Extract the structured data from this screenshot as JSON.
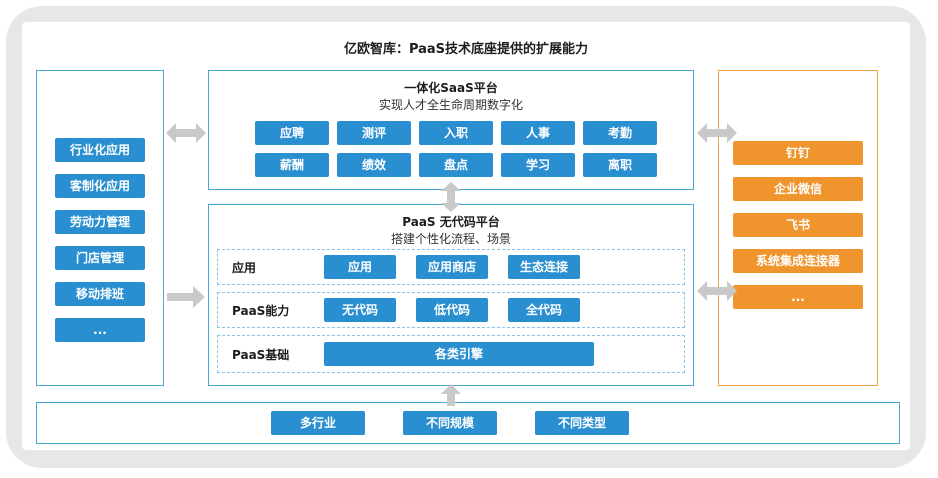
{
  "title": "亿欧智库：PaaS技术底座提供的扩展能力",
  "left_items": [
    "行业化应用",
    "客制化应用",
    "劳动力管理",
    "门店管理",
    "移动排班",
    "..."
  ],
  "saas": {
    "title": "一体化SaaS平台",
    "subtitle": "实现人才全生命周期数字化",
    "row1": [
      "应聘",
      "测评",
      "入职",
      "人事",
      "考勤"
    ],
    "row2": [
      "薪酬",
      "绩效",
      "盘点",
      "学习",
      "离职"
    ]
  },
  "paas": {
    "title": "PaaS 无代码平台",
    "subtitle": "搭建个性化流程、场景",
    "app_label": "应用",
    "app_items": [
      "应用",
      "应用商店",
      "生态连接"
    ],
    "ability_label": "PaaS能力",
    "ability_items": [
      "无代码",
      "低代码",
      "全代码"
    ],
    "base_label": "PaaS基础",
    "base_item": "各类引擎"
  },
  "right_items": [
    "钉钉",
    "企业微信",
    "飞书",
    "系统集成连接器",
    "..."
  ],
  "bottom_items": [
    "多行业",
    "不同规模",
    "不同类型"
  ],
  "colors": {
    "blue": "#2a8fd0",
    "orange": "#f0952e",
    "arrow": "#c9c9c9"
  }
}
